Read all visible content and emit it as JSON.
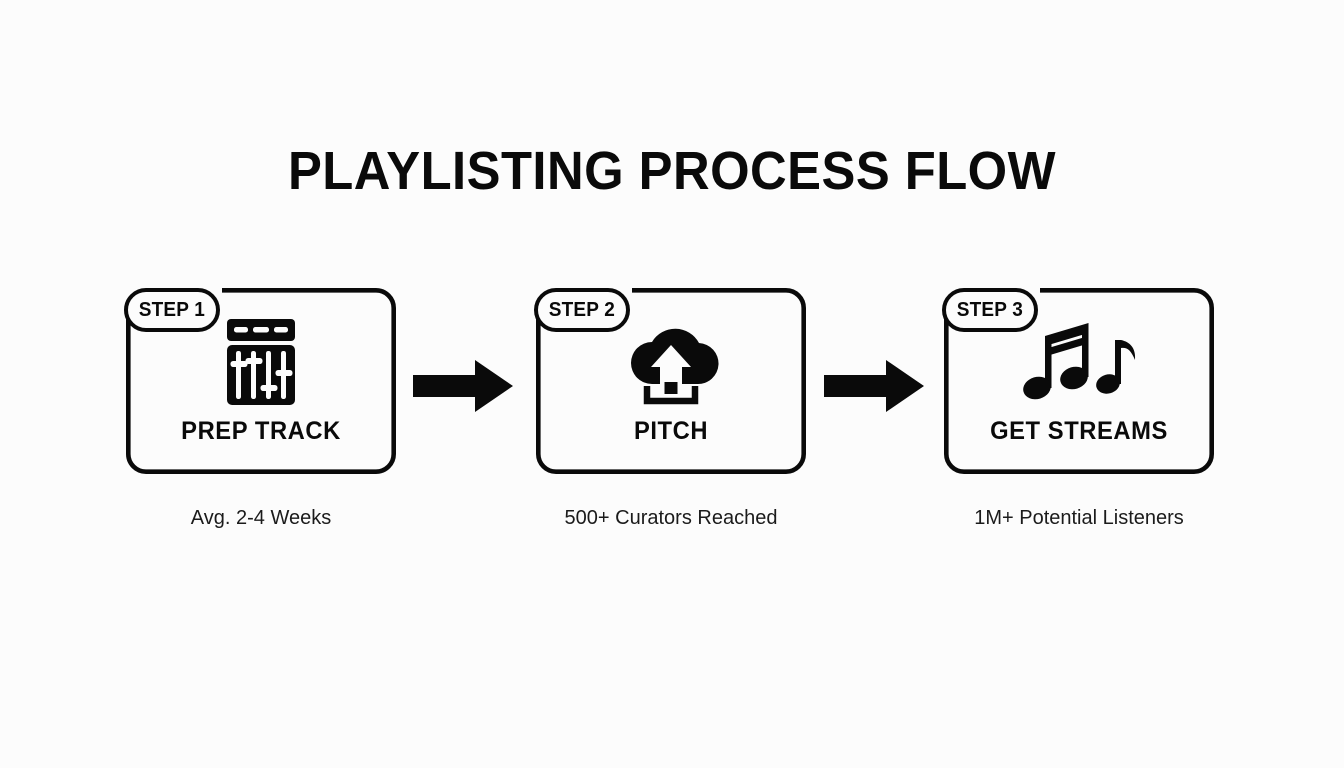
{
  "slide": {
    "title": "PLAYLISTING PROCESS FLOW",
    "background_color": "#FCFCFC",
    "ink_color": "#0A0A0A"
  },
  "steps": [
    {
      "badge": "STEP 1",
      "label": "PREP TRACK",
      "caption": "Avg. 2-4 Weeks",
      "icon": "mixer-faders-icon"
    },
    {
      "badge": "STEP 2",
      "label": "PITCH",
      "caption": "500+ Curators Reached",
      "icon": "cloud-upload-icon"
    },
    {
      "badge": "STEP 3",
      "label": "GET STREAMS",
      "caption": "1M+ Potential Listeners",
      "icon": "music-notes-icon"
    }
  ],
  "connectors": [
    {
      "name": "arrow-step1-to-step2",
      "direction": "right"
    },
    {
      "name": "arrow-step2-to-step3",
      "direction": "right"
    }
  ]
}
